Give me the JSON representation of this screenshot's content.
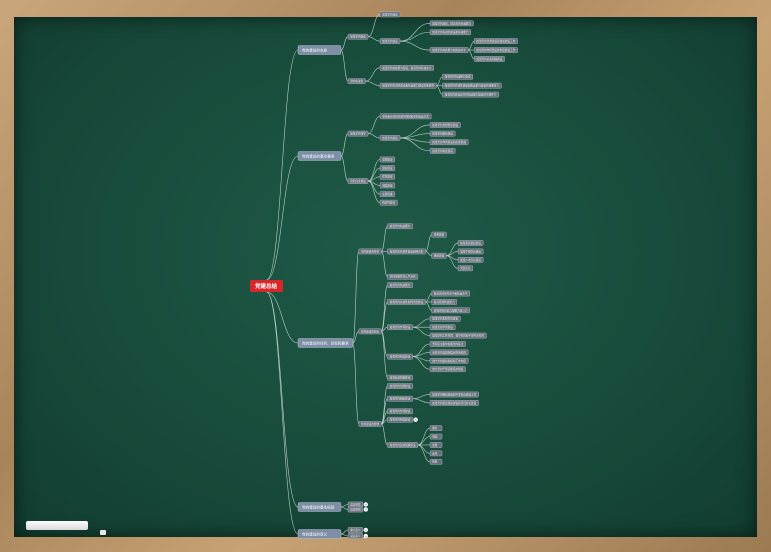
{
  "root": {
    "label": "党建总结"
  },
  "branches": [
    {
      "label": "党的建设的本质",
      "children": [
        {
          "label": "加强党的建设",
          "children": [
            {
              "label": "加强党的建设"
            },
            {
              "label": "加强党的建设",
              "children": [
                {
                  "label": "加强党的建设，提高党的执政能力"
                },
                {
                  "label": "加强党的先进性建设和执政能力"
                },
                {
                  "label": "加强党的执政能力和执政水平",
                  "children": [
                    {
                      "label": "加强党的思想建设和组织建设工作"
                    },
                    {
                      "label": "加强党的作风建设和制度建设工作"
                    },
                    {
                      "label": "加强党的反腐倡廉建设"
                    }
                  ]
                }
              ]
            }
          ]
        },
        {
          "label": "党的先进性",
          "children": [
            {
              "label": "加强党的执政能力建设，提高党的执政水平"
            },
            {
              "label": "加强党的先进性建设和执政能力建设的重要性",
              "children": [
                {
                  "label": "加强党的执政能力建设"
                },
                {
                  "label": "加强党的先进性建设和执政能力建设的重要意义"
                },
                {
                  "label": "加强党的建设是党的执政能力建设的关键环节"
                }
              ]
            }
          ]
        }
      ]
    },
    {
      "label": "党的建设的基本要求",
      "children": [
        {
          "label": "加强党的领导",
          "children": [
            {
              "label": "坚持和完善党的领导体制和党的执政方式"
            },
            {
              "label": "加强党的建设",
              "children": [
                {
                  "label": "加强党的思想理论建设"
                },
                {
                  "label": "加强党的组织建设"
                },
                {
                  "label": "加强党的作风建设和反腐倡廉"
                },
                {
                  "label": "加强党的制度建设"
                }
              ]
            }
          ]
        },
        {
          "label": "党的自身建设",
          "children": [
            {
              "label": "思想建设"
            },
            {
              "label": "组织建设"
            },
            {
              "label": "作风建设"
            },
            {
              "label": "制度建设"
            },
            {
              "label": "反腐倡廉"
            },
            {
              "label": "纯洁性建设"
            }
          ]
        }
      ]
    },
    {
      "label": "党的建设的任务、目标和要求",
      "children": [
        {
          "label": "党的建设的任务",
          "children": [
            {
              "label": "加强党的执政能力"
            },
            {
              "label": "加强党的先进性建设和纯洁性",
              "children": [
                {
                  "label": "思想建设"
                },
                {
                  "label": "组织建设",
                  "children": [
                    {
                      "label": "加强基层组织建设"
                    },
                    {
                      "label": "加强干部队伍建设"
                    },
                    {
                      "label": "加强人才队伍建设"
                    },
                    {
                      "label": "党员队伍"
                    }
                  ]
                }
              ]
            },
            {
              "label": "坚持党要管党从严治党"
            }
          ]
        },
        {
          "label": "党的建设的目标",
          "children": [
            {
              "label": "加强党的执政能力"
            },
            {
              "label": "加强党的先进性和纯洁性建设",
              "children": [
                {
                  "label": "提高党的领导水平和执政水平"
                },
                {
                  "label": "提高拒腐防变能力"
                },
                {
                  "label": "增强党的创造力凝聚力战斗力"
                }
              ]
            },
            {
              "label": "加强党的作风建设",
              "children": [
                {
                  "label": "加强党的思想作风建设"
                },
                {
                  "label": "加强党的学风建设"
                },
                {
                  "label": "加强党的工作作风、领导作风和干部生活作风"
                }
              ]
            },
            {
              "label": "加强党的制度建设",
              "children": [
                {
                  "label": "坚持民主集中制和党内民主"
                },
                {
                  "label": "完善党内监督制度和党的纪律"
                },
                {
                  "label": "健全党的组织制度和工作制度"
                },
                {
                  "label": "健全党的干部选拔任用制度"
                }
              ]
            },
            {
              "label": "加强反腐倡廉建设"
            }
          ]
        },
        {
          "label": "党的建设的要求",
          "children": [
            {
              "label": "加强党的思想建设"
            },
            {
              "label": "加强党的组织建设",
              "children": [
                {
                  "label": "加强党的组织建设和干部队伍建设工作"
                },
                {
                  "label": "加强党的基层组织建设和党员队伍建设"
                }
              ]
            },
            {
              "label": "加强党的作风建设"
            },
            {
              "label": "加强党的制度建设",
              "badge": "+"
            },
            {
              "label": "加强党的反腐倡廉建设",
              "children": [
                {
                  "label": "教育"
                },
                {
                  "label": "制度"
                },
                {
                  "label": "监督"
                },
                {
                  "label": "改革"
                },
                {
                  "label": "惩处"
                }
              ]
            }
          ]
        }
      ]
    },
    {
      "label": "党的建设的基本经验",
      "children": [
        {
          "label": "基本经验",
          "badge": "+"
        },
        {
          "label": "基本原则",
          "badge": "+"
        }
      ]
    },
    {
      "label": "党的建设的意义",
      "children": [
        {
          "label": "重大意义",
          "badge": "+"
        },
        {
          "label": "深远意义",
          "badge": "+"
        }
      ]
    }
  ]
}
